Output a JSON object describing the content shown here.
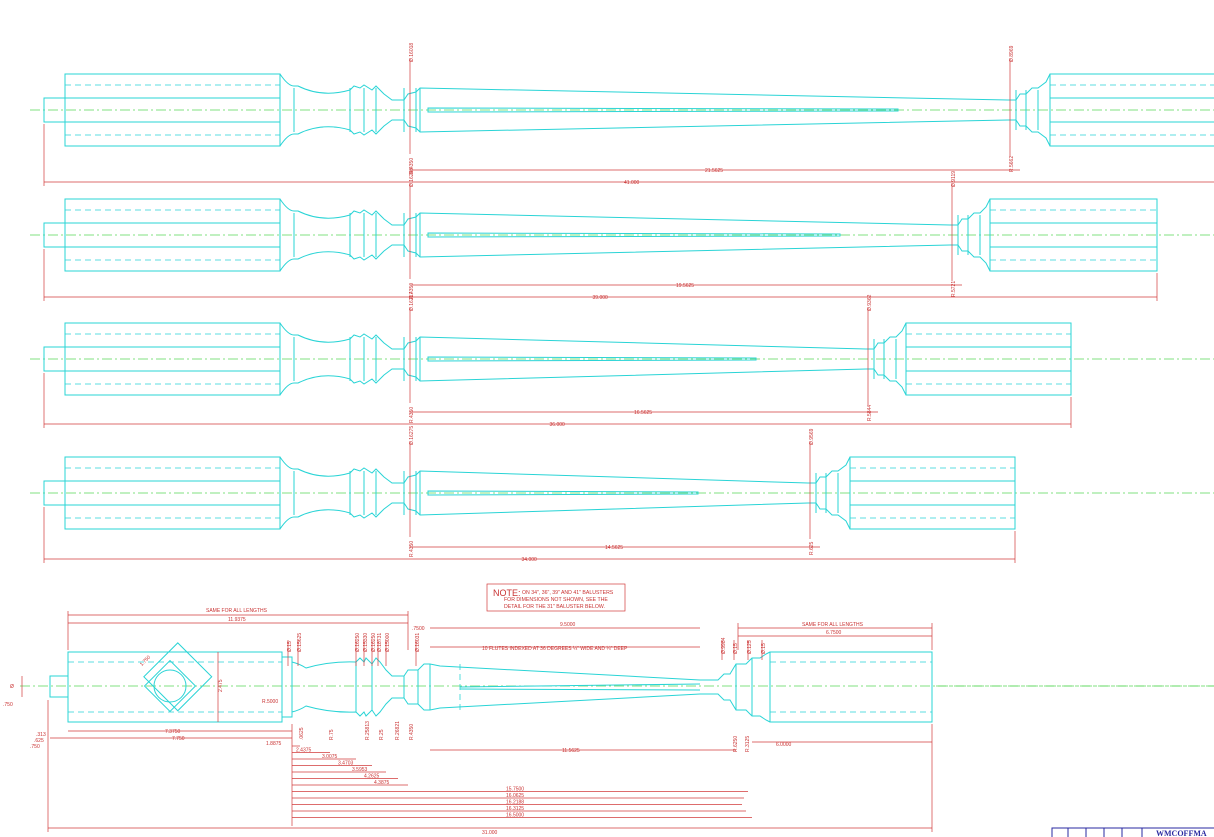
{
  "balusters": [
    {
      "overall": "41.000",
      "taper_length": "21.5625",
      "top_dia": "Ø.16018",
      "bottom_dia": "Ø.8969",
      "left_radius": "R.4350",
      "right_radius": "R.5662"
    },
    {
      "overall": "39.000",
      "taper_length": "19.5625",
      "top_dia": "Ø.16288",
      "bottom_dia": "Ø.9119",
      "left_radius": "R.4350",
      "right_radius": "R.5721"
    },
    {
      "overall": "36.000",
      "taper_length": "16.5625",
      "top_dia": "Ø.16217",
      "bottom_dia": "Ø.9362",
      "left_radius": "R.4350",
      "right_radius": "R.5844"
    },
    {
      "overall": "34.000",
      "taper_length": "14.5625",
      "top_dia": "Ø.16275",
      "bottom_dia": "Ø.9569",
      "left_radius": "R.4350",
      "right_radius": "R.625"
    }
  ],
  "note": {
    "title": "NOTE:",
    "line1": "ON 34\", 36\", 39\" AND 41\" BALUSTERS",
    "line2": "FOR DIMENSIONS NOT SHOWN, SEE THE",
    "line3": "DETAIL FOR THE 31\" BALUSTER BELOW."
  },
  "detail": {
    "same_left": "SAME FOR ALL LENGTHS",
    "same_right": "SAME FOR ALL LENGTHS",
    "dim_left_block": "11.9375",
    "dim_right_block": "6.7500",
    "dim_flute": "9.5000",
    "dim_flute_start": ".7500",
    "flute_note": "10 FLUTES INDEXED AT 36 DEGREES ¼\" WIDE AND ¼\" DEEP",
    "square_size": "1.750",
    "block_height": "2.475",
    "pin_dia": "Ø",
    "pin_len": ".750",
    "left_top_labels": [
      "Ø.15",
      "Ø.15625",
      "Ø.16250",
      "Ø.15330",
      "Ø.16250",
      "Ø.18731",
      "Ø.15000",
      "Ø.16031"
    ],
    "left_bottom_labels": [
      ".0625",
      "R.75",
      "R.25813",
      "R.25",
      "R.26821",
      "R.4350"
    ],
    "r_5000": "R.5000",
    "right_top_labels": [
      "Ø.9984",
      "Ø.15",
      "Ø.125",
      "Ø.15"
    ],
    "right_bottom_labels": [
      "R.6250",
      "R.3125"
    ],
    "dim_right_end": "6.0000",
    "dim_taper": "11.5625",
    "small_dims": [
      ".313",
      ".625",
      ".750"
    ],
    "dims_7375": "7.3750",
    "dims_7750": "7.750",
    "stack": [
      "1.8875",
      "2.4375",
      "3.0075",
      "3.4703",
      "3.5953",
      "4.2625",
      "4.3875",
      "15.7500",
      "16.0625",
      "16.2188",
      "16.3125",
      "16.5000"
    ],
    "overall": "31.000"
  },
  "title_block": {
    "name": "WMCOFFMA"
  }
}
